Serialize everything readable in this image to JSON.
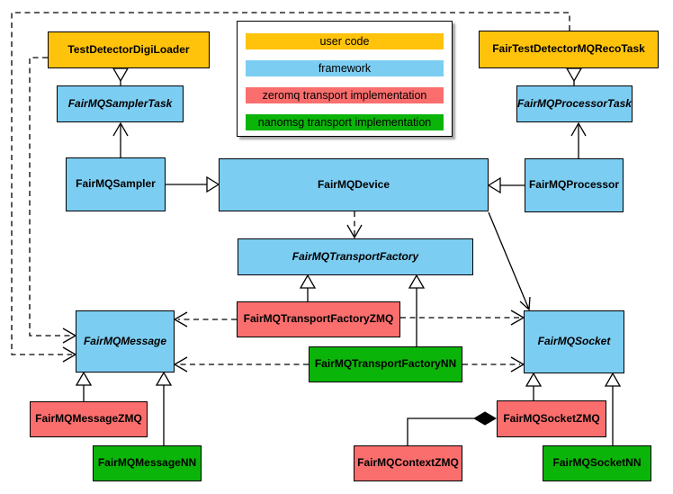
{
  "colors": {
    "user_code": "#FFC30B",
    "framework": "#7CCDF2",
    "zeromq": "#FA6E6E",
    "nanomsg": "#0BB409",
    "line": "#000000",
    "background": "#FFFFFF"
  },
  "legend": {
    "items": [
      {
        "label": "user code",
        "color": "#FFC30B"
      },
      {
        "label": "framework",
        "color": "#7CCDF2"
      },
      {
        "label": "zeromq transport implementation",
        "color": "#FA6E6E"
      },
      {
        "label": "nanomsg transport implementation",
        "color": "#0BB409"
      }
    ]
  },
  "nodes": {
    "digiloader": {
      "label": "TestDetectorDigiLoader",
      "category": "user code",
      "color": "#FFC30B",
      "abstract": false
    },
    "recotask": {
      "label": "FairTestDetectorMQRecoTask",
      "category": "user code",
      "color": "#FFC30B",
      "abstract": false
    },
    "samplertask": {
      "label": "FairMQSamplerTask",
      "category": "framework",
      "color": "#7CCDF2",
      "abstract": true
    },
    "processortask": {
      "label": "FairMQProcessorTask",
      "category": "framework",
      "color": "#7CCDF2",
      "abstract": true
    },
    "sampler": {
      "label": "FairMQSampler",
      "category": "framework",
      "color": "#7CCDF2",
      "abstract": false
    },
    "device": {
      "label": "FairMQDevice",
      "category": "framework",
      "color": "#7CCDF2",
      "abstract": false
    },
    "processor": {
      "label": "FairMQProcessor",
      "category": "framework",
      "color": "#7CCDF2",
      "abstract": false
    },
    "transportfactory": {
      "label": "FairMQTransportFactory",
      "category": "framework",
      "color": "#7CCDF2",
      "abstract": true
    },
    "message": {
      "label": "FairMQMessage",
      "category": "framework",
      "color": "#7CCDF2",
      "abstract": true
    },
    "socket": {
      "label": "FairMQSocket",
      "category": "framework",
      "color": "#7CCDF2",
      "abstract": true
    },
    "tfzmq": {
      "label": "FairMQTransportFactoryZMQ",
      "category": "zeromq transport implementation",
      "color": "#FA6E6E",
      "abstract": false
    },
    "tfnn": {
      "label": "FairMQTransportFactoryNN",
      "category": "nanomsg transport implementation",
      "color": "#0BB409",
      "abstract": false
    },
    "messagezmq": {
      "label": "FairMQMessageZMQ",
      "category": "zeromq transport implementation",
      "color": "#FA6E6E",
      "abstract": false
    },
    "messagenn": {
      "label": "FairMQMessageNN",
      "category": "nanomsg transport implementation",
      "color": "#0BB409",
      "abstract": false
    },
    "socketzmq": {
      "label": "FairMQSocketZMQ",
      "category": "zeromq transport implementation",
      "color": "#FA6E6E",
      "abstract": false
    },
    "socketnn": {
      "label": "FairMQSocketNN",
      "category": "nanomsg transport implementation",
      "color": "#0BB409",
      "abstract": false
    },
    "contextzmq": {
      "label": "FairMQContextZMQ",
      "category": "zeromq transport implementation",
      "color": "#FA6E6E",
      "abstract": false
    }
  },
  "edges": [
    {
      "between": [
        "TestDetectorDigiLoader",
        "FairMQSamplerTask"
      ],
      "line": "solid",
      "marker": "hollow-triangle",
      "marker_near": "TestDetectorDigiLoader"
    },
    {
      "between": [
        "FairTestDetectorMQRecoTask",
        "FairMQProcessorTask"
      ],
      "line": "solid",
      "marker": "hollow-triangle",
      "marker_near": "FairTestDetectorMQRecoTask"
    },
    {
      "between": [
        "FairMQSampler",
        "FairMQSamplerTask"
      ],
      "line": "solid",
      "marker": "open-arrow",
      "marker_near": "FairMQSamplerTask"
    },
    {
      "between": [
        "FairMQProcessor",
        "FairMQProcessorTask"
      ],
      "line": "solid",
      "marker": "open-arrow",
      "marker_near": "FairMQProcessorTask"
    },
    {
      "between": [
        "FairMQSampler",
        "FairMQDevice"
      ],
      "line": "solid",
      "marker": "hollow-triangle",
      "marker_near": "FairMQDevice"
    },
    {
      "between": [
        "FairMQProcessor",
        "FairMQDevice"
      ],
      "line": "solid",
      "marker": "hollow-triangle",
      "marker_near": "FairMQDevice"
    },
    {
      "between": [
        "FairMQDevice",
        "FairMQTransportFactory"
      ],
      "line": "dashed",
      "marker": "open-arrow",
      "marker_near": "FairMQTransportFactory"
    },
    {
      "between": [
        "FairMQDevice",
        "FairMQSocket"
      ],
      "line": "solid",
      "marker": "open-arrow",
      "marker_near": "FairMQSocket"
    },
    {
      "between": [
        "FairMQTransportFactoryZMQ",
        "FairMQTransportFactory"
      ],
      "line": "solid",
      "marker": "hollow-triangle",
      "marker_near": "FairMQTransportFactory"
    },
    {
      "between": [
        "FairMQTransportFactoryNN",
        "FairMQTransportFactory"
      ],
      "line": "solid",
      "marker": "hollow-triangle",
      "marker_near": "FairMQTransportFactory"
    },
    {
      "between": [
        "FairMQTransportFactoryZMQ",
        "FairMQMessage"
      ],
      "line": "dashed",
      "marker": "open-arrow",
      "marker_near": "FairMQMessage"
    },
    {
      "between": [
        "FairMQTransportFactoryNN",
        "FairMQMessage"
      ],
      "line": "dashed",
      "marker": "open-arrow",
      "marker_near": "FairMQMessage"
    },
    {
      "between": [
        "FairMQTransportFactoryZMQ",
        "FairMQSocket"
      ],
      "line": "dashed",
      "marker": "open-arrow",
      "marker_near": "FairMQSocket"
    },
    {
      "between": [
        "FairMQTransportFactoryNN",
        "FairMQSocket"
      ],
      "line": "dashed",
      "marker": "open-arrow",
      "marker_near": "FairMQSocket"
    },
    {
      "between": [
        "TestDetectorDigiLoader",
        "FairMQMessage"
      ],
      "line": "dashed",
      "marker": "open-arrow",
      "marker_near": "FairMQMessage"
    },
    {
      "between": [
        "FairTestDetectorMQRecoTask",
        "FairMQMessage"
      ],
      "line": "dashed",
      "marker": "open-arrow",
      "marker_near": "FairMQMessage"
    },
    {
      "between": [
        "FairMQMessageZMQ",
        "FairMQMessage"
      ],
      "line": "solid",
      "marker": "hollow-triangle",
      "marker_near": "FairMQMessage"
    },
    {
      "between": [
        "FairMQMessageNN",
        "FairMQMessage"
      ],
      "line": "solid",
      "marker": "hollow-triangle",
      "marker_near": "FairMQMessage"
    },
    {
      "between": [
        "FairMQSocketZMQ",
        "FairMQSocket"
      ],
      "line": "solid",
      "marker": "hollow-triangle",
      "marker_near": "FairMQSocket"
    },
    {
      "between": [
        "FairMQSocketNN",
        "FairMQSocket"
      ],
      "line": "solid",
      "marker": "hollow-triangle",
      "marker_near": "FairMQSocket"
    },
    {
      "between": [
        "FairMQContextZMQ",
        "FairMQSocketZMQ"
      ],
      "line": "solid",
      "marker": "filled-diamond",
      "marker_near": "FairMQSocketZMQ"
    }
  ]
}
